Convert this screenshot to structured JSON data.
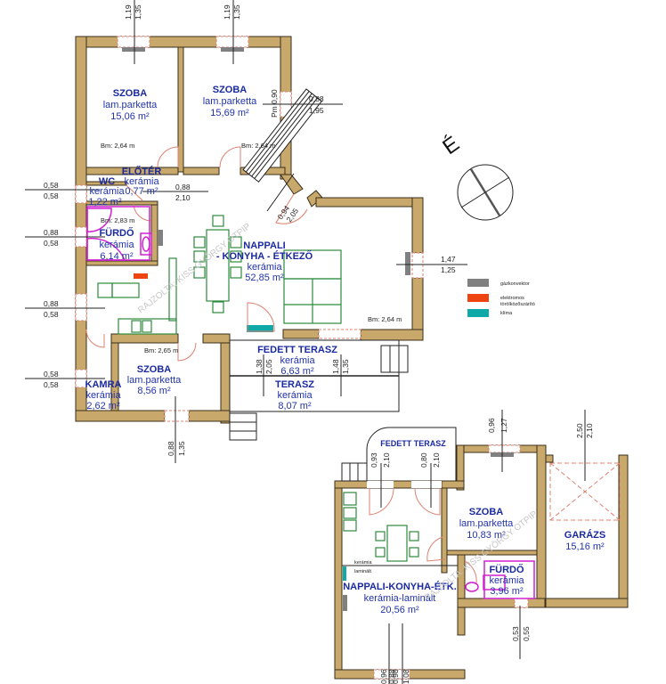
{
  "north_label": "É",
  "legend": [
    {
      "label": "gázkonvektor",
      "color": "#808080"
    },
    {
      "label": "elektromos",
      "label2": "törölközőszárító",
      "color": "#ee4411"
    },
    {
      "label": "klíma",
      "color": "#11a8a8"
    }
  ],
  "watermark": "RAJZOLTA: KISS GYÖRGY OTPIP",
  "watermark2": "RAJZOLTA: KISS GYÖRGY OTPIP",
  "house1": {
    "rooms": [
      {
        "title": "SZOBA",
        "floor": "lam.parketta",
        "area": "15,06 m²",
        "height": "Bm: 2,64 m"
      },
      {
        "title": "SZOBA",
        "floor": "lam.parketta",
        "area": "15,69 m²",
        "height": "Bm: 2,64 m"
      },
      {
        "title": "ELŐTÉR",
        "floor": "kerámia",
        "area": "0,77 m²"
      },
      {
        "title": "WC",
        "floor": "kerámia",
        "area": "1,22 m²"
      },
      {
        "title": "FÜRDŐ",
        "floor": "kerámia",
        "area": "6,14 m²",
        "height": "Bm: 2,83 m"
      },
      {
        "title": "NAPPALI",
        "title2": "- KONYHA - ÉTKEZŐ",
        "floor": "kerámia",
        "area": "52,85 m²",
        "height": "Bm: 2,64 m"
      },
      {
        "title": "KAMRA",
        "floor": "kerámia",
        "area": "2,62 m²"
      },
      {
        "title": "SZOBA",
        "floor": "lam.parketta",
        "area": "8,56 m²",
        "height": "Bm: 2,65 m"
      },
      {
        "title": "FEDETT TERASZ",
        "floor": "kerámia",
        "area": "6,63 m²"
      },
      {
        "title": "TERASZ",
        "floor": "kerámia",
        "area": "8,07 m²"
      }
    ],
    "dims": {
      "win1_a": "1,19",
      "win1_b": "1,35",
      "win2_a": "1,19",
      "win2_b": "1,35",
      "pm": "Pm 0,90",
      "stair_a": "0,88",
      "stair_b": "1,95",
      "wc_a": "0,58",
      "wc_b": "0,58",
      "door_a": "0,88",
      "door_b": "2,10",
      "entry_a": "0,94",
      "entry_b": "2,05",
      "furdo_a": "0,88",
      "furdo_b": "0,58",
      "konyha_a": "0,88",
      "konyha_b": "0,58",
      "kamra_a": "0,58",
      "kamra_b": "0,58",
      "east_a": "1,47",
      "east_b": "1,25",
      "ter1_a": "1,38",
      "ter1_b": "2,05",
      "ter2_a": "1,48",
      "ter2_b": "1,35",
      "south_a": "0,88",
      "south_b": "1,35"
    }
  },
  "house2": {
    "rooms": [
      {
        "title": "FEDETT TERASZ"
      },
      {
        "title": "SZOBA",
        "floor": "lam.parketta",
        "area": "10,83 m²"
      },
      {
        "title": "GARÁZS",
        "area": "15,16 m²"
      },
      {
        "title": "FÜRDŐ",
        "floor": "kerámia",
        "area": "3,96 m²"
      },
      {
        "title": "NAPPALI-KONYHA-ÉTK.",
        "floor": "kerámia-laminált",
        "area": "20,56 m²"
      }
    ],
    "floor_labels": {
      "a": "kerámia",
      "b": "laminált"
    },
    "dims": {
      "d1_a": "0,93",
      "d1_b": "2,10",
      "d2_a": "0,80",
      "d2_b": "2,10",
      "win_a": "0,96",
      "win_b": "1,27",
      "gar_a": "2,50",
      "gar_b": "2,10",
      "bath_a": "0,53",
      "bath_b": "0,55",
      "bot_a": "0,96",
      "bot_b": "0,88",
      "bot_c": "0,98",
      "bot_d": "1,08"
    }
  }
}
